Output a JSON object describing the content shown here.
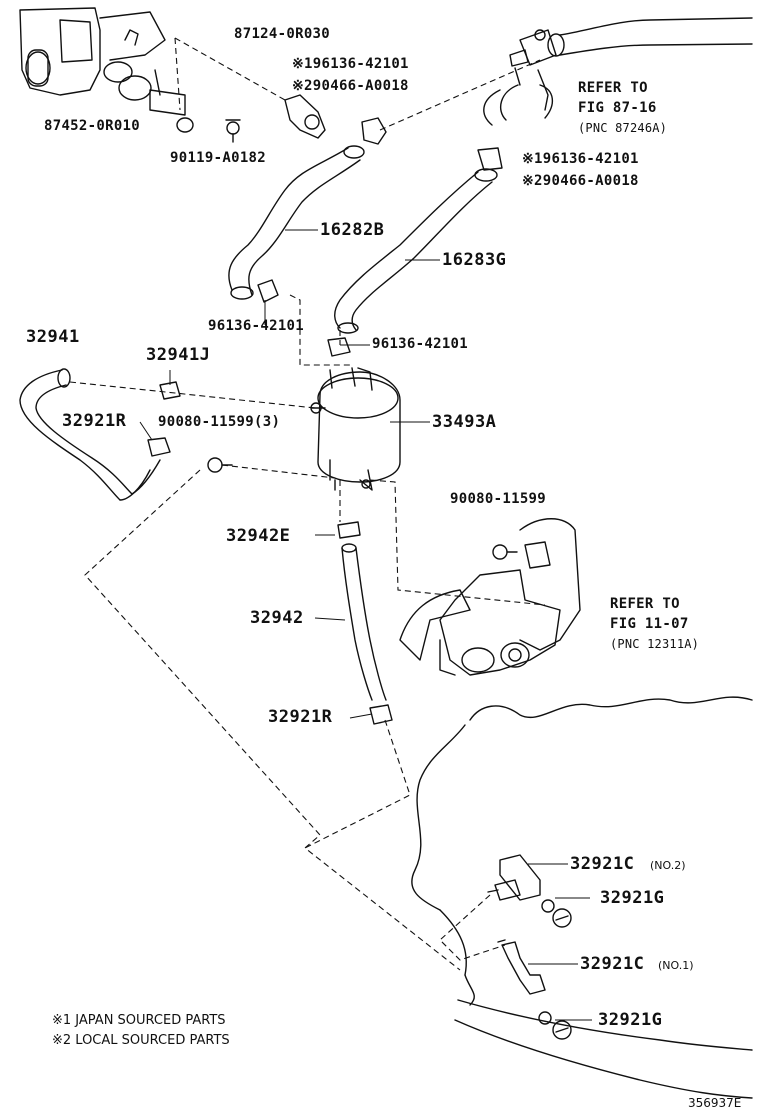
{
  "labels": {
    "p87124": "87124-0R030",
    "p196136_top": "※196136-42101",
    "p290466_top": "※290466-A0018",
    "p87452": "87452-0R010",
    "p90119": "90119-A0182",
    "refer_top_1": "REFER TO",
    "refer_top_2": "FIG 87-16",
    "refer_top_3": "(PNC 87246A)",
    "p196136_mid": "※196136-42101",
    "p290466_mid": "※290466-A0018",
    "p16282B": "16282B",
    "p16283G": "16283G",
    "p96136_left": "96136-42101",
    "p96136_right": "96136-42101",
    "p32941": "32941",
    "p32941J": "32941J",
    "p32921R_top": "32921R",
    "p90080_3": "90080-11599(3)",
    "p33493A": "33493A",
    "p90080_single": "90080-11599",
    "p32942E": "32942E",
    "p32942": "32942",
    "refer_mid_1": "REFER TO",
    "refer_mid_2": "FIG 11-07",
    "refer_mid_3": "(PNC 12311A)",
    "p32921R_bottom": "32921R",
    "p32921C_no2": "32921C",
    "no2": "(NO.2)",
    "p32921G_1": "32921G",
    "p32921C_no1": "32921C",
    "no1": "(NO.1)",
    "p32921G_2": "32921G"
  },
  "notes": {
    "japan": "※1 JAPAN SOURCED PARTS",
    "local": "※2 LOCAL SOURCED PARTS"
  },
  "illustration_id": "356937E"
}
